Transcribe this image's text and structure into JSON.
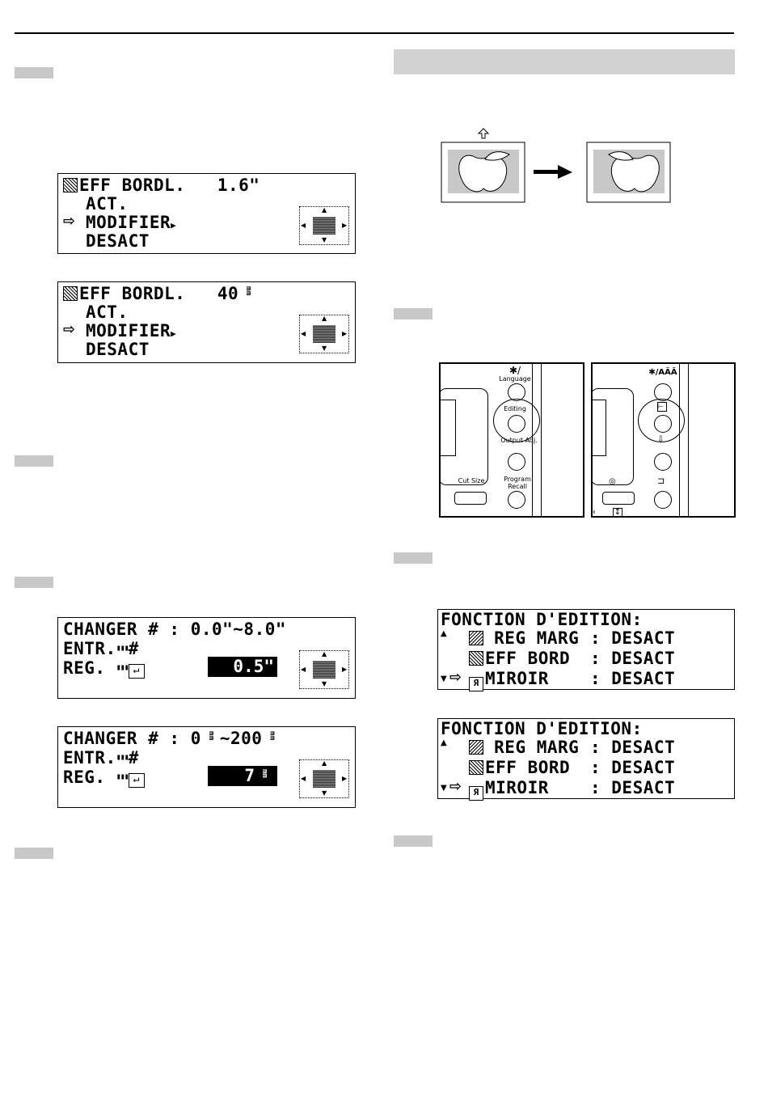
{
  "lcd_screens": {
    "eff_inch": {
      "title": "EFF BORDL.   1.6\"",
      "items": [
        "ACT.",
        "MODIFIER",
        "DESACT"
      ],
      "selected": "MODIFIER"
    },
    "eff_mm": {
      "title": "EFF BORDL.   40",
      "unit": "mm",
      "items": [
        "ACT.",
        "MODIFIER",
        "DESACT"
      ],
      "selected": "MODIFIER"
    },
    "change_inch": {
      "line1": "CHANGER # : 0.0\"~8.0\"",
      "line2": "ENTR.",
      "line2_suffix": "#",
      "line3": "REG.",
      "value": "0.5\""
    },
    "change_mm": {
      "line1": "CHANGER # : 0",
      "line1_mid": "~200",
      "unit": "mm",
      "line2": "ENTR.",
      "line2_suffix": "#",
      "line3": "REG.",
      "value": "7"
    },
    "edit_a": {
      "header": "FONCTION D'EDITION:",
      "rows": [
        {
          "label": "REG MARG",
          "value": ": DESACT"
        },
        {
          "label": "EFF BORD",
          "value": ": DESACT"
        },
        {
          "label": "MIROIR",
          "value": ": DESACT"
        }
      ]
    },
    "edit_b": {
      "header": "FONCTION D'EDITION:",
      "rows": [
        {
          "label": "REG MARG",
          "value": ": DESACT"
        },
        {
          "label": "EFF BORD",
          "value": ": DESACT"
        },
        {
          "label": "MIROIR",
          "value": ": DESACT"
        }
      ]
    }
  },
  "panels": {
    "english": {
      "language": "Language",
      "editing": "Editing",
      "output_adj": "Output Adj.",
      "cut_size": "Cut Size",
      "program_recall": "Program Recall"
    },
    "symbol": {
      "language": "✱/AÄÂ"
    }
  },
  "icons": {
    "arrow": "right-hollow-arrow-icon",
    "small_triangle": "triangle-right-icon"
  }
}
